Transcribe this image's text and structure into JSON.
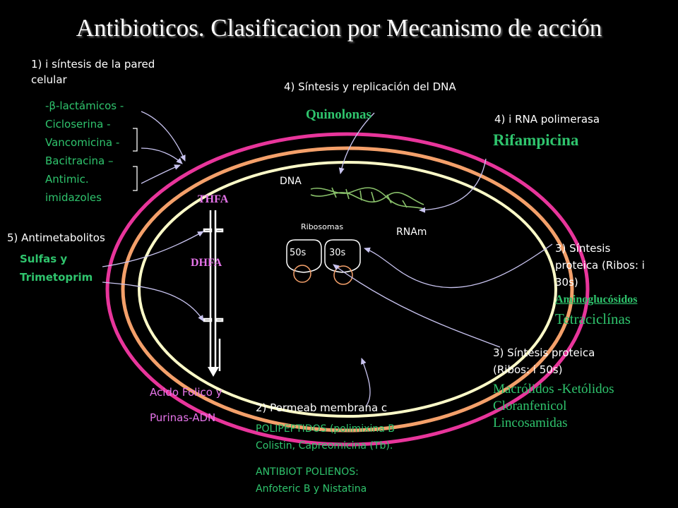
{
  "title": "Antibioticos. Clasificacion por Mecanismo de acción",
  "sec1": {
    "line1": "1) i síntesis de la pared",
    "line2": "celular"
  },
  "sec1_drugs": [
    "-β-lactámicos   -",
    "Cicloserina    -",
    "Vancomicina -",
    "Bacitracina   –",
    "Antimic.",
    "imidazoles"
  ],
  "sec4a": {
    "heading": "4) Síntesis y replicación del DNA",
    "drug": "Quinolonas"
  },
  "sec4b": {
    "heading": "4) i RNA polimerasa",
    "drug": "Rifampicina"
  },
  "cell": {
    "dna": "DNA",
    "rnam": "RNAm",
    "ribosomas": "Ribosomas",
    "r50": "50s",
    "r30": "30s",
    "thfa": "THFA",
    "dhfa": "DHFA"
  },
  "sec5": {
    "heading": "5) Antimetabolitos",
    "drug1": "Sulfas y",
    "drug2": "Trimetoprim"
  },
  "folic": {
    "line1": "Acido Folico y",
    "line2": "Purinas-ADN"
  },
  "sec3a": {
    "line1": "3) Síntesis",
    "line2": "proteica (Ribos: i",
    "line3": "30s)",
    "drug1": "Aminoglucósidos",
    "drug2": "Tetraciclínas"
  },
  "sec3b": {
    "line1": "3) Síntesis proteica",
    "line2": "(Ribos: i 50s)",
    "drug1": "Macrólidos -Ketólidos",
    "drug2": "Cloranfenicol",
    "drug3": "Lincosamidas"
  },
  "sec2": {
    "heading": "2) Permeab membrana c",
    "line1": "POLIPEPTIDOS (polimixina B",
    "line2": "Colistin, Capreomicina (Tb).",
    "line3": "ANTIBIOT POLIENOS:",
    "line4": "Anfoteric B y Nistatina"
  },
  "colors": {
    "outer_membrane": "#e8359b",
    "middle_membrane": "#f4a06a",
    "inner_membrane": "#fdfbc8",
    "drug_green": "#2fc46d",
    "folic_pink": "#e574e9",
    "arrow": "#c9c4f0"
  }
}
